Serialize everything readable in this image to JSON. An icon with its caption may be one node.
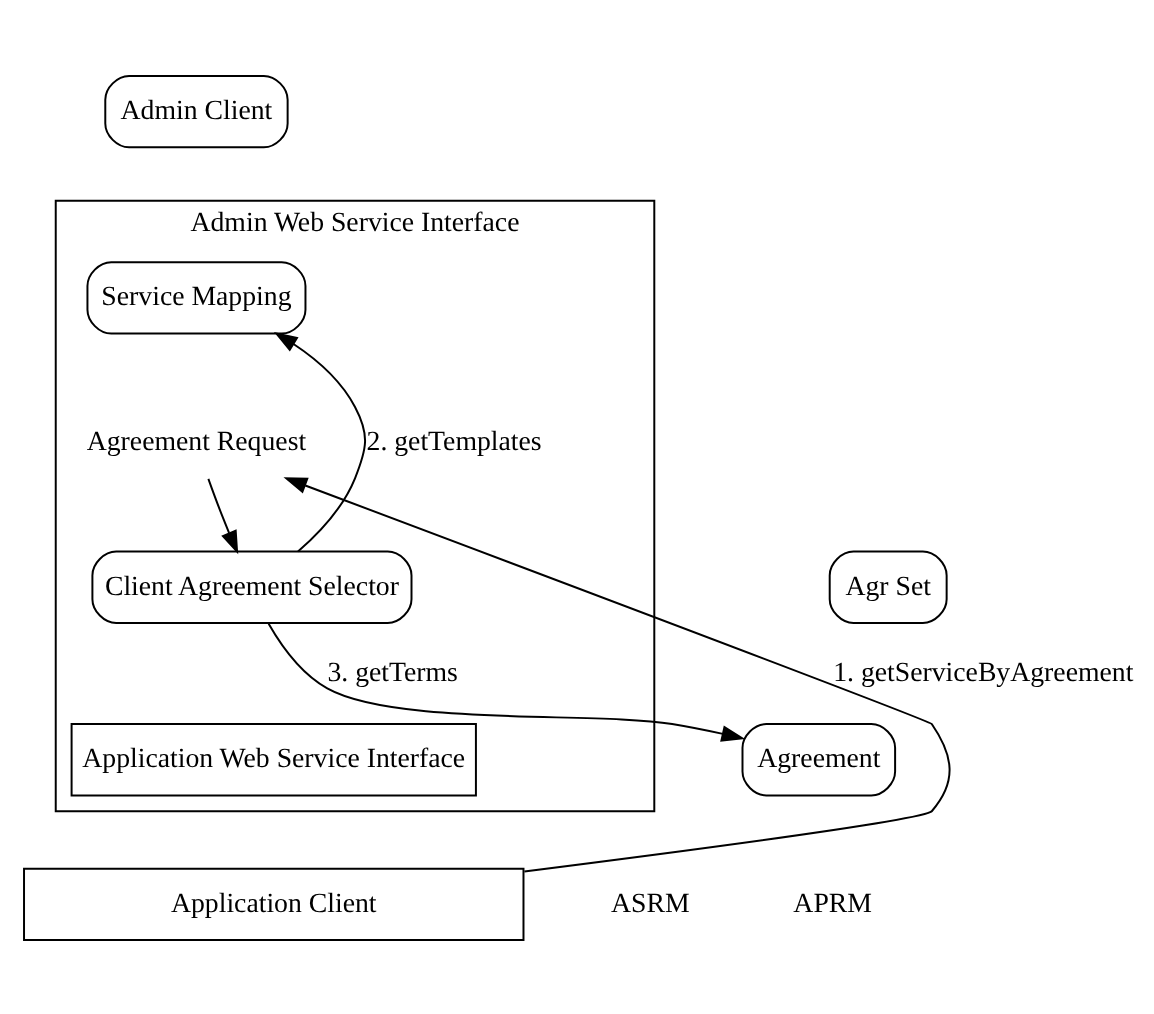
{
  "diagram": {
    "nodes": [
      {
        "text": [
          "Admin Client"
        ]
      },
      {
        "text": [
          "Admin Web Service Interface"
        ]
      },
      {
        "text": [
          "Service Mapping"
        ],
        "in": 1
      },
      {
        "text": [
          "Agreement Request"
        ],
        "in": 1
      },
      {
        "text": [
          "Client Agreement Selector"
        ],
        "in": 1
      },
      {
        "text": [
          "Application Web Service Interface"
        ],
        "in": 1
      },
      {
        "text": [
          "Agr Set"
        ]
      },
      {
        "text": [
          "Agreement"
        ]
      },
      {
        "text": [
          "Application Client"
        ]
      }
    ],
    "edges": [
      {
        "from": 3,
        "to": 4,
        "arrow": "to"
      },
      {
        "from": 4,
        "to": 2,
        "arrow": "to",
        "label": "2. getTemplates"
      },
      {
        "from": 4,
        "to": 7,
        "arrow": "to",
        "label": "3. getTerms"
      },
      {
        "from": 8,
        "to": 3,
        "arrow": "to",
        "label": "1. getServiceByAgreement"
      }
    ],
    "labels": [
      "ASRM",
      "APRM"
    ]
  }
}
